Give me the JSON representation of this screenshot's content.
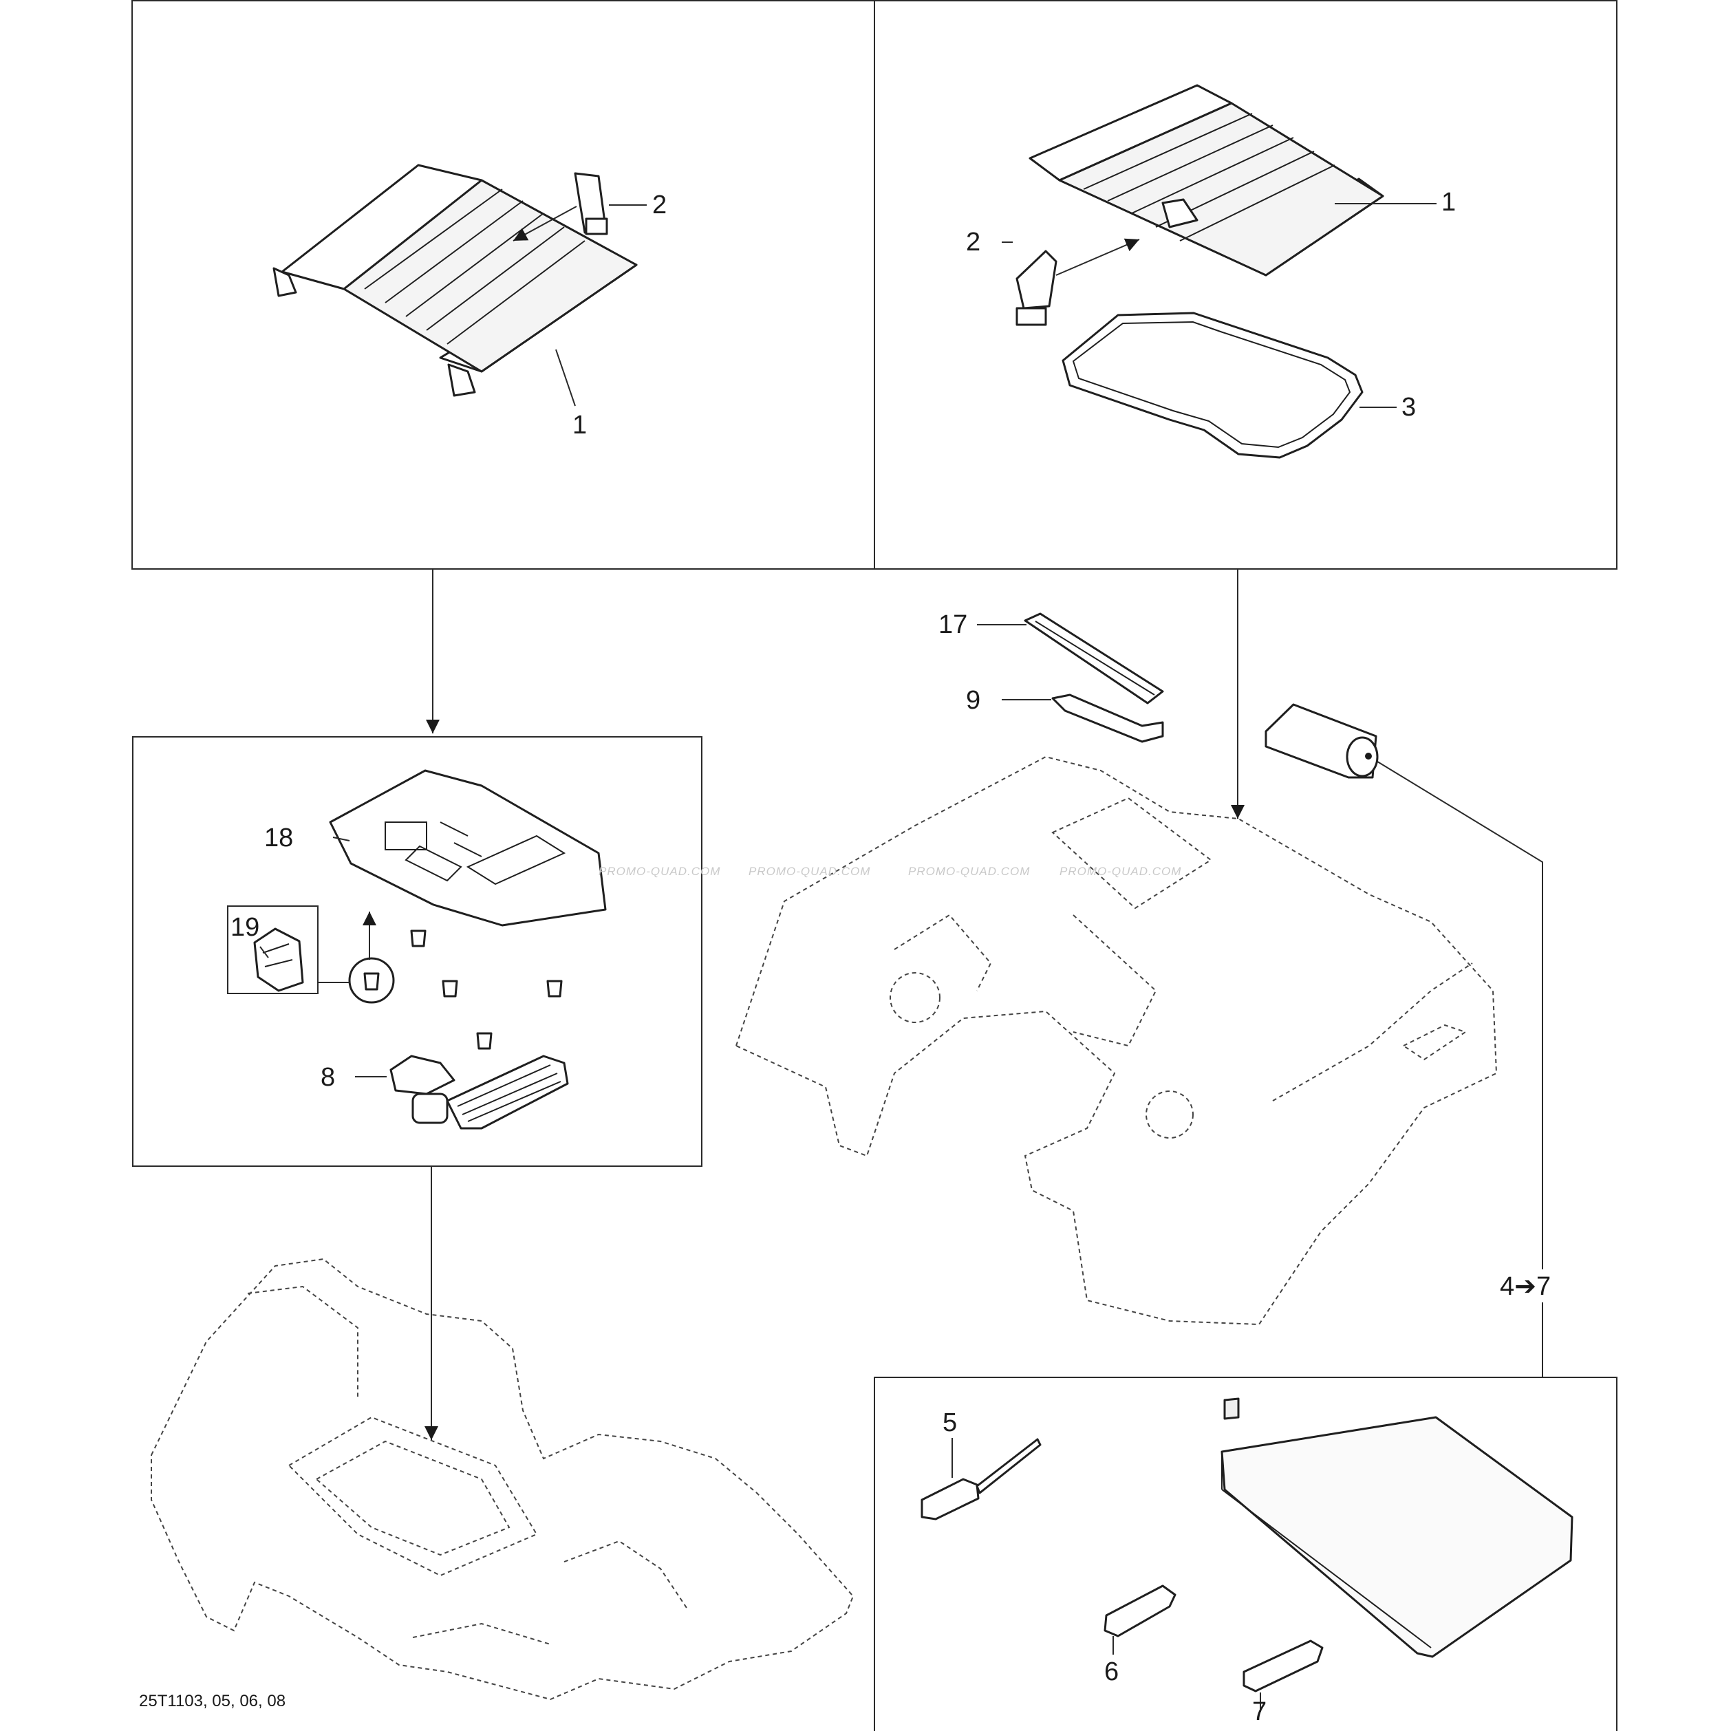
{
  "diagram_code": "25T1103, 05, 06, 08",
  "watermark": "PROMO-QUAD.COM",
  "callouts": {
    "c1_left": "1",
    "c2_left": "2",
    "c1_right": "1",
    "c2_right": "2",
    "c3": "3",
    "c17": "17",
    "c9": "9",
    "c18": "18",
    "c19": "19",
    "c8": "8",
    "c4to7": "4➔7",
    "c5": "5",
    "c6": "6",
    "c7": "7"
  }
}
